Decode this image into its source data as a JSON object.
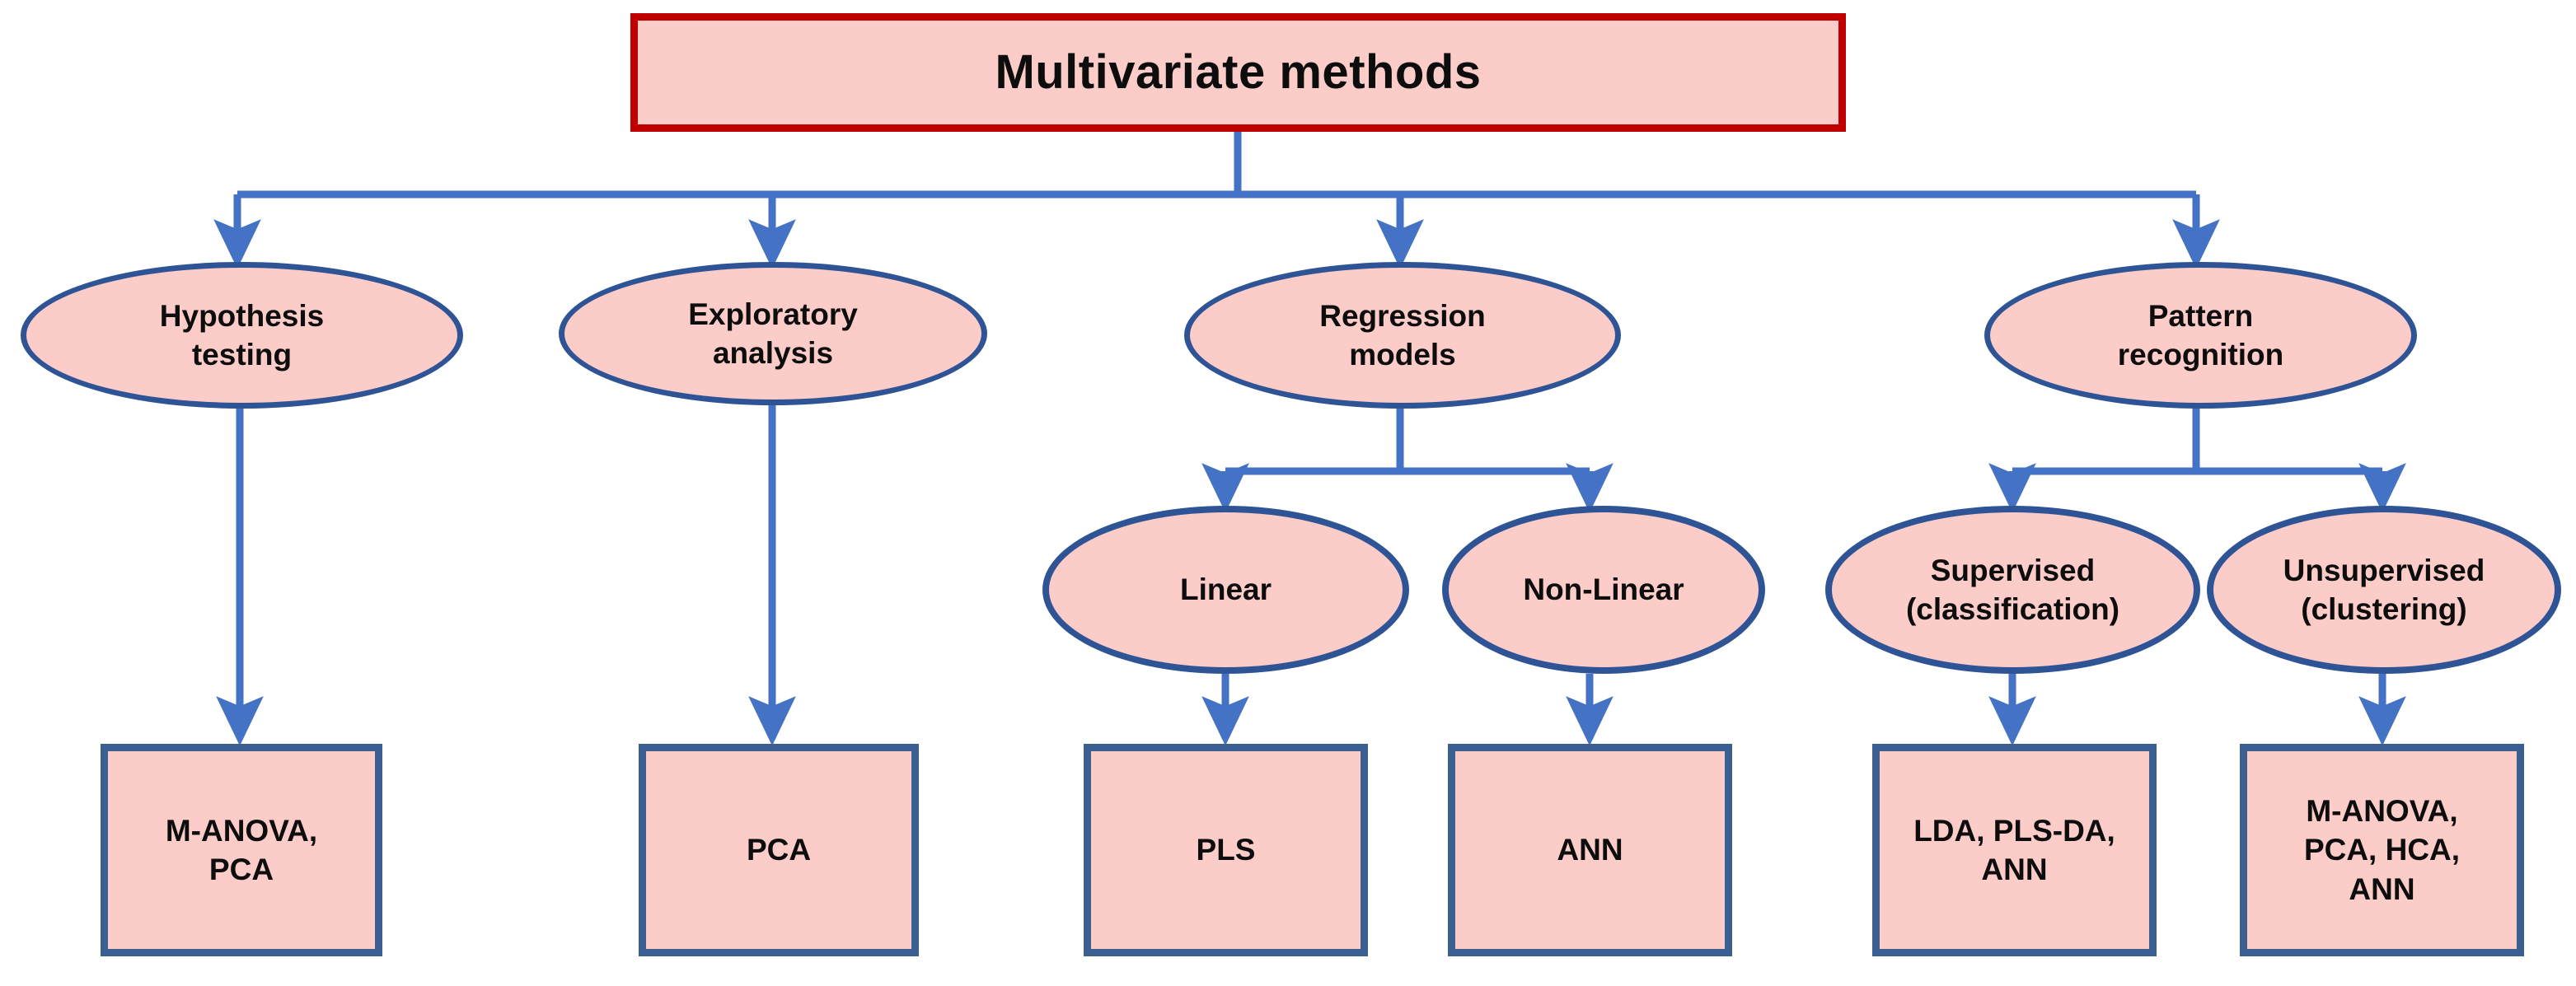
{
  "diagram": {
    "title": "Multivariate methods",
    "colors": {
      "title_border": "#C00000",
      "node_fill": "#FBCCC8",
      "node_border": "#2F5496",
      "box_border": "#3C5F92",
      "connector": "#4472C4",
      "text": "#0D0D0D",
      "background": "#FFFFFF"
    },
    "root": {
      "label": "Multivariate methods",
      "shape": "rectangle"
    },
    "branches": [
      {
        "id": "hypothesis-testing",
        "label": "Hypothesis\ntesting",
        "shape": "ellipse",
        "leaf": {
          "id": "m-anova-pca",
          "label": "M-ANOVA,\nPCA",
          "shape": "rectangle"
        }
      },
      {
        "id": "exploratory-analysis",
        "label": "Exploratory\nanalysis",
        "shape": "ellipse",
        "leaf": {
          "id": "pca",
          "label": "PCA",
          "shape": "rectangle"
        }
      },
      {
        "id": "regression-models",
        "label": "Regression\nmodels",
        "shape": "ellipse",
        "children": [
          {
            "id": "linear",
            "label": "Linear",
            "shape": "ellipse",
            "leaf": {
              "id": "pls",
              "label": "PLS",
              "shape": "rectangle"
            }
          },
          {
            "id": "non-linear",
            "label": "Non-Linear",
            "shape": "ellipse",
            "leaf": {
              "id": "ann",
              "label": "ANN",
              "shape": "rectangle"
            }
          }
        ]
      },
      {
        "id": "pattern-recognition",
        "label": "Pattern\nrecognition",
        "shape": "ellipse",
        "children": [
          {
            "id": "supervised",
            "label": "Supervised\n(classification)",
            "shape": "ellipse",
            "leaf": {
              "id": "lda-plsda-ann",
              "label": "LDA, PLS-DA,\nANN",
              "shape": "rectangle"
            }
          },
          {
            "id": "unsupervised",
            "label": "Unsupervised\n(clustering)",
            "shape": "ellipse",
            "leaf": {
              "id": "m-anova-pca-hca-ann",
              "label": "M-ANOVA,\nPCA, HCA,\nANN",
              "shape": "rectangle"
            }
          }
        ]
      }
    ]
  }
}
